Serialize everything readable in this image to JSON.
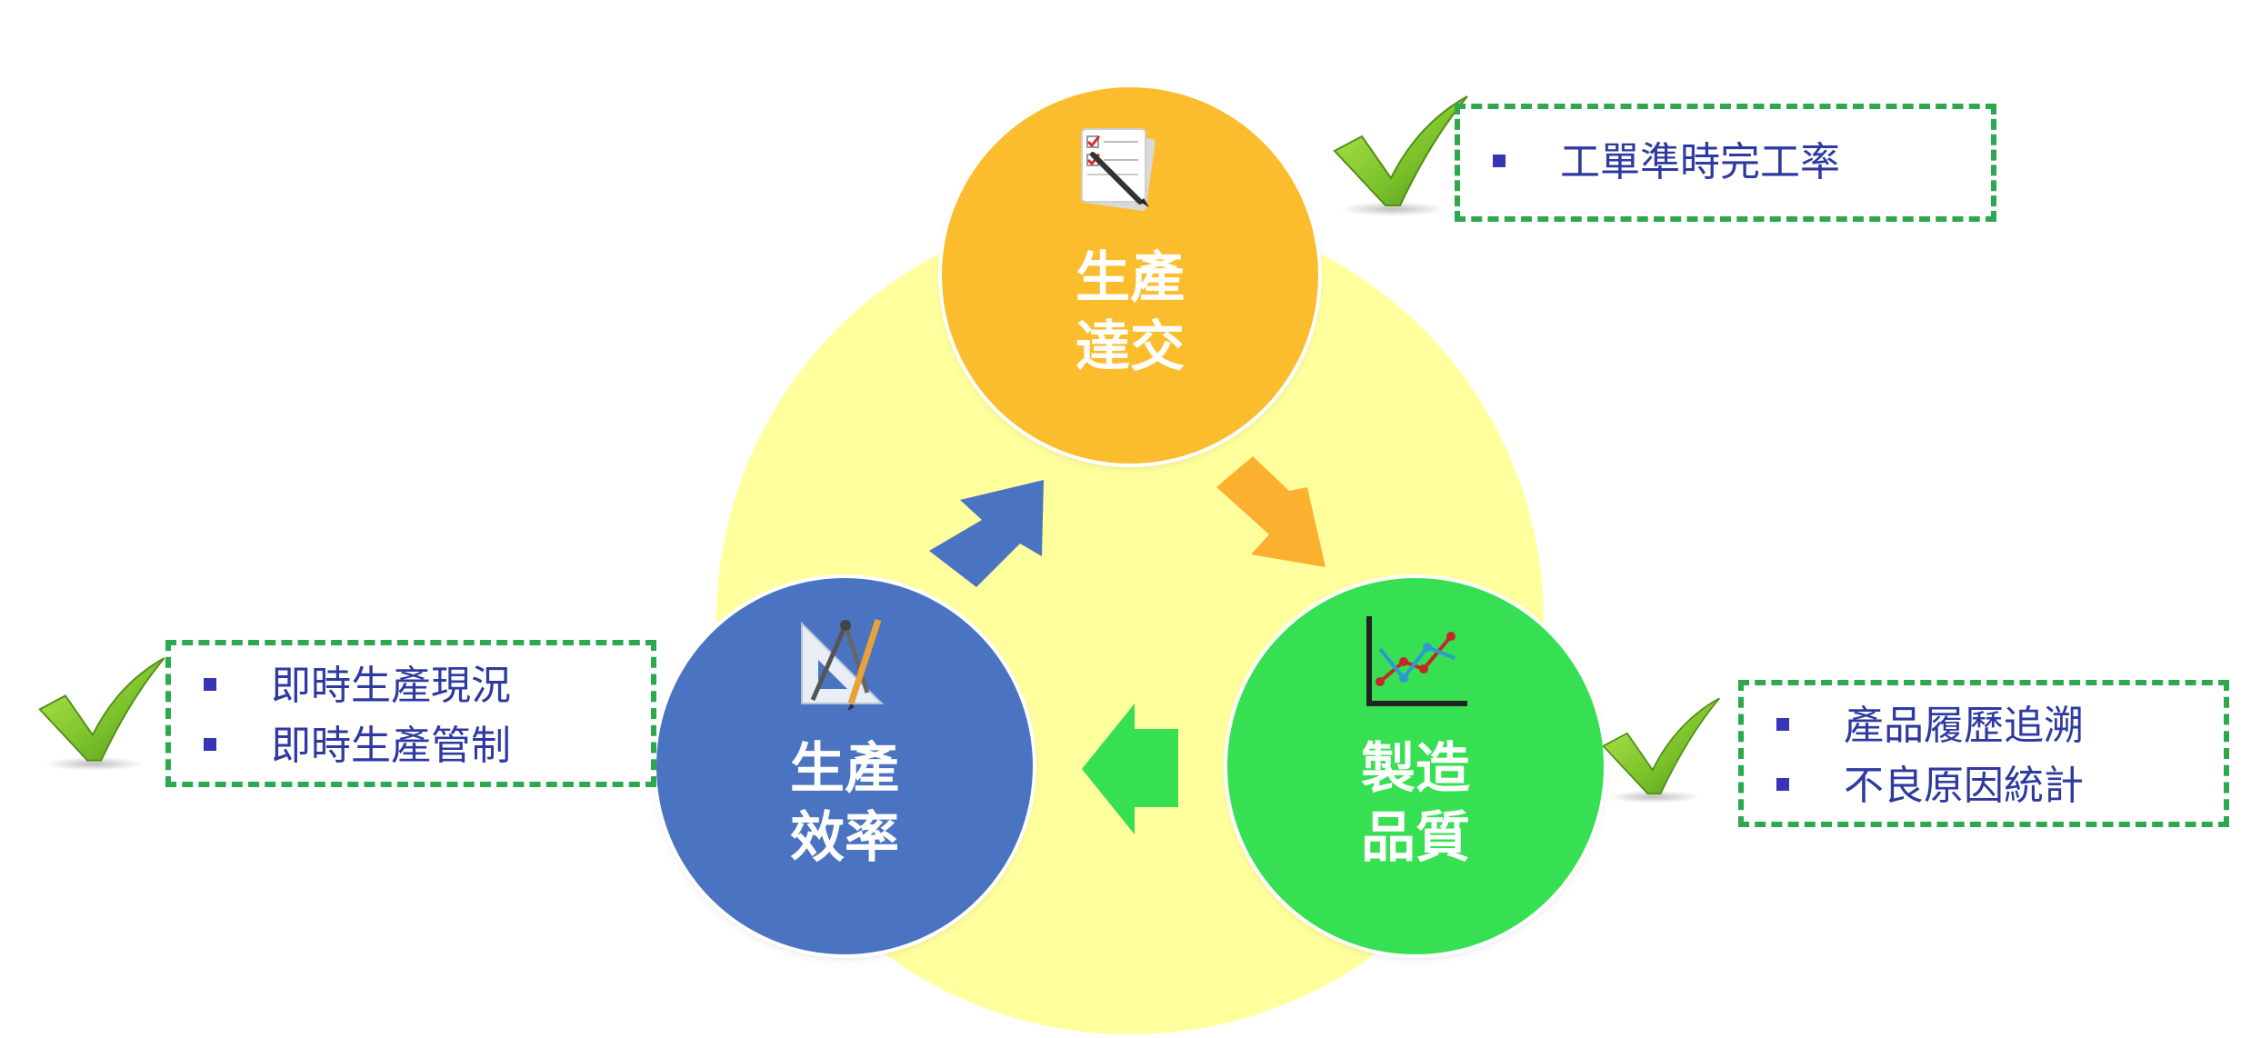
{
  "nodes": {
    "delivery": {
      "line1": "生產",
      "line2": "達交",
      "color": "#fbbd2d",
      "icon": "checklist-icon"
    },
    "quality": {
      "line1": "製造",
      "line2": "品質",
      "color": "#36e052",
      "icon": "line-chart-icon"
    },
    "efficiency": {
      "line1": "生產",
      "line2": "效率",
      "color": "#4a74c2",
      "icon": "drafting-tools-icon"
    }
  },
  "boxes": {
    "delivery": {
      "items": [
        "工單準時完工率"
      ]
    },
    "quality": {
      "items": [
        "產品履歷追溯",
        "不良原因統計"
      ]
    },
    "efficiency": {
      "items": [
        "即時生產現況",
        "即時生產管制"
      ]
    }
  },
  "colors": {
    "background_circle": "#ffff9e",
    "box_border": "#2ea84f",
    "item_text": "#2e3aa0",
    "arrow_efficiency_to_delivery": "#4a74c2",
    "arrow_delivery_to_quality": "#fbb030",
    "arrow_quality_to_efficiency": "#36e052",
    "checkmark": "#7cc22a"
  }
}
